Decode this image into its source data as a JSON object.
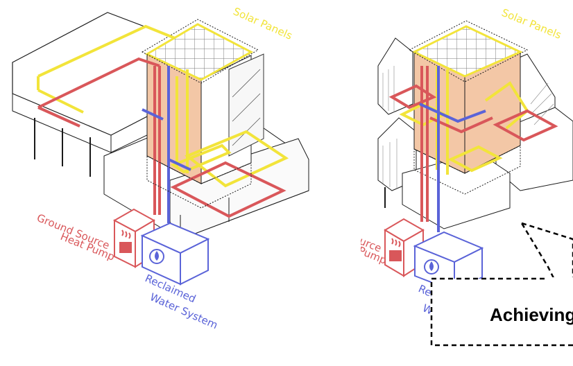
{
  "colors": {
    "solar": "#f2e43a",
    "heat": "#d9575a",
    "water": "#5a63d8",
    "wall": "#f3c7a6",
    "line": "#1a1a1a",
    "grey": "#bdbdbd"
  },
  "left_diagram": {
    "solar_label": "Solar Panels",
    "heat_label_1": "Ground Source",
    "heat_label_2": "Heat Pump",
    "water_label_1": "Reclaimed",
    "water_label_2": "Water System"
  },
  "right_diagram": {
    "solar_label": "Solar Panels",
    "heat_label_1": "Ground Source",
    "heat_label_2": "Heat Pump",
    "water_label_1": "Reclaimed",
    "water_label_2": "Water System"
  },
  "callout": {
    "text": "Achieving"
  }
}
